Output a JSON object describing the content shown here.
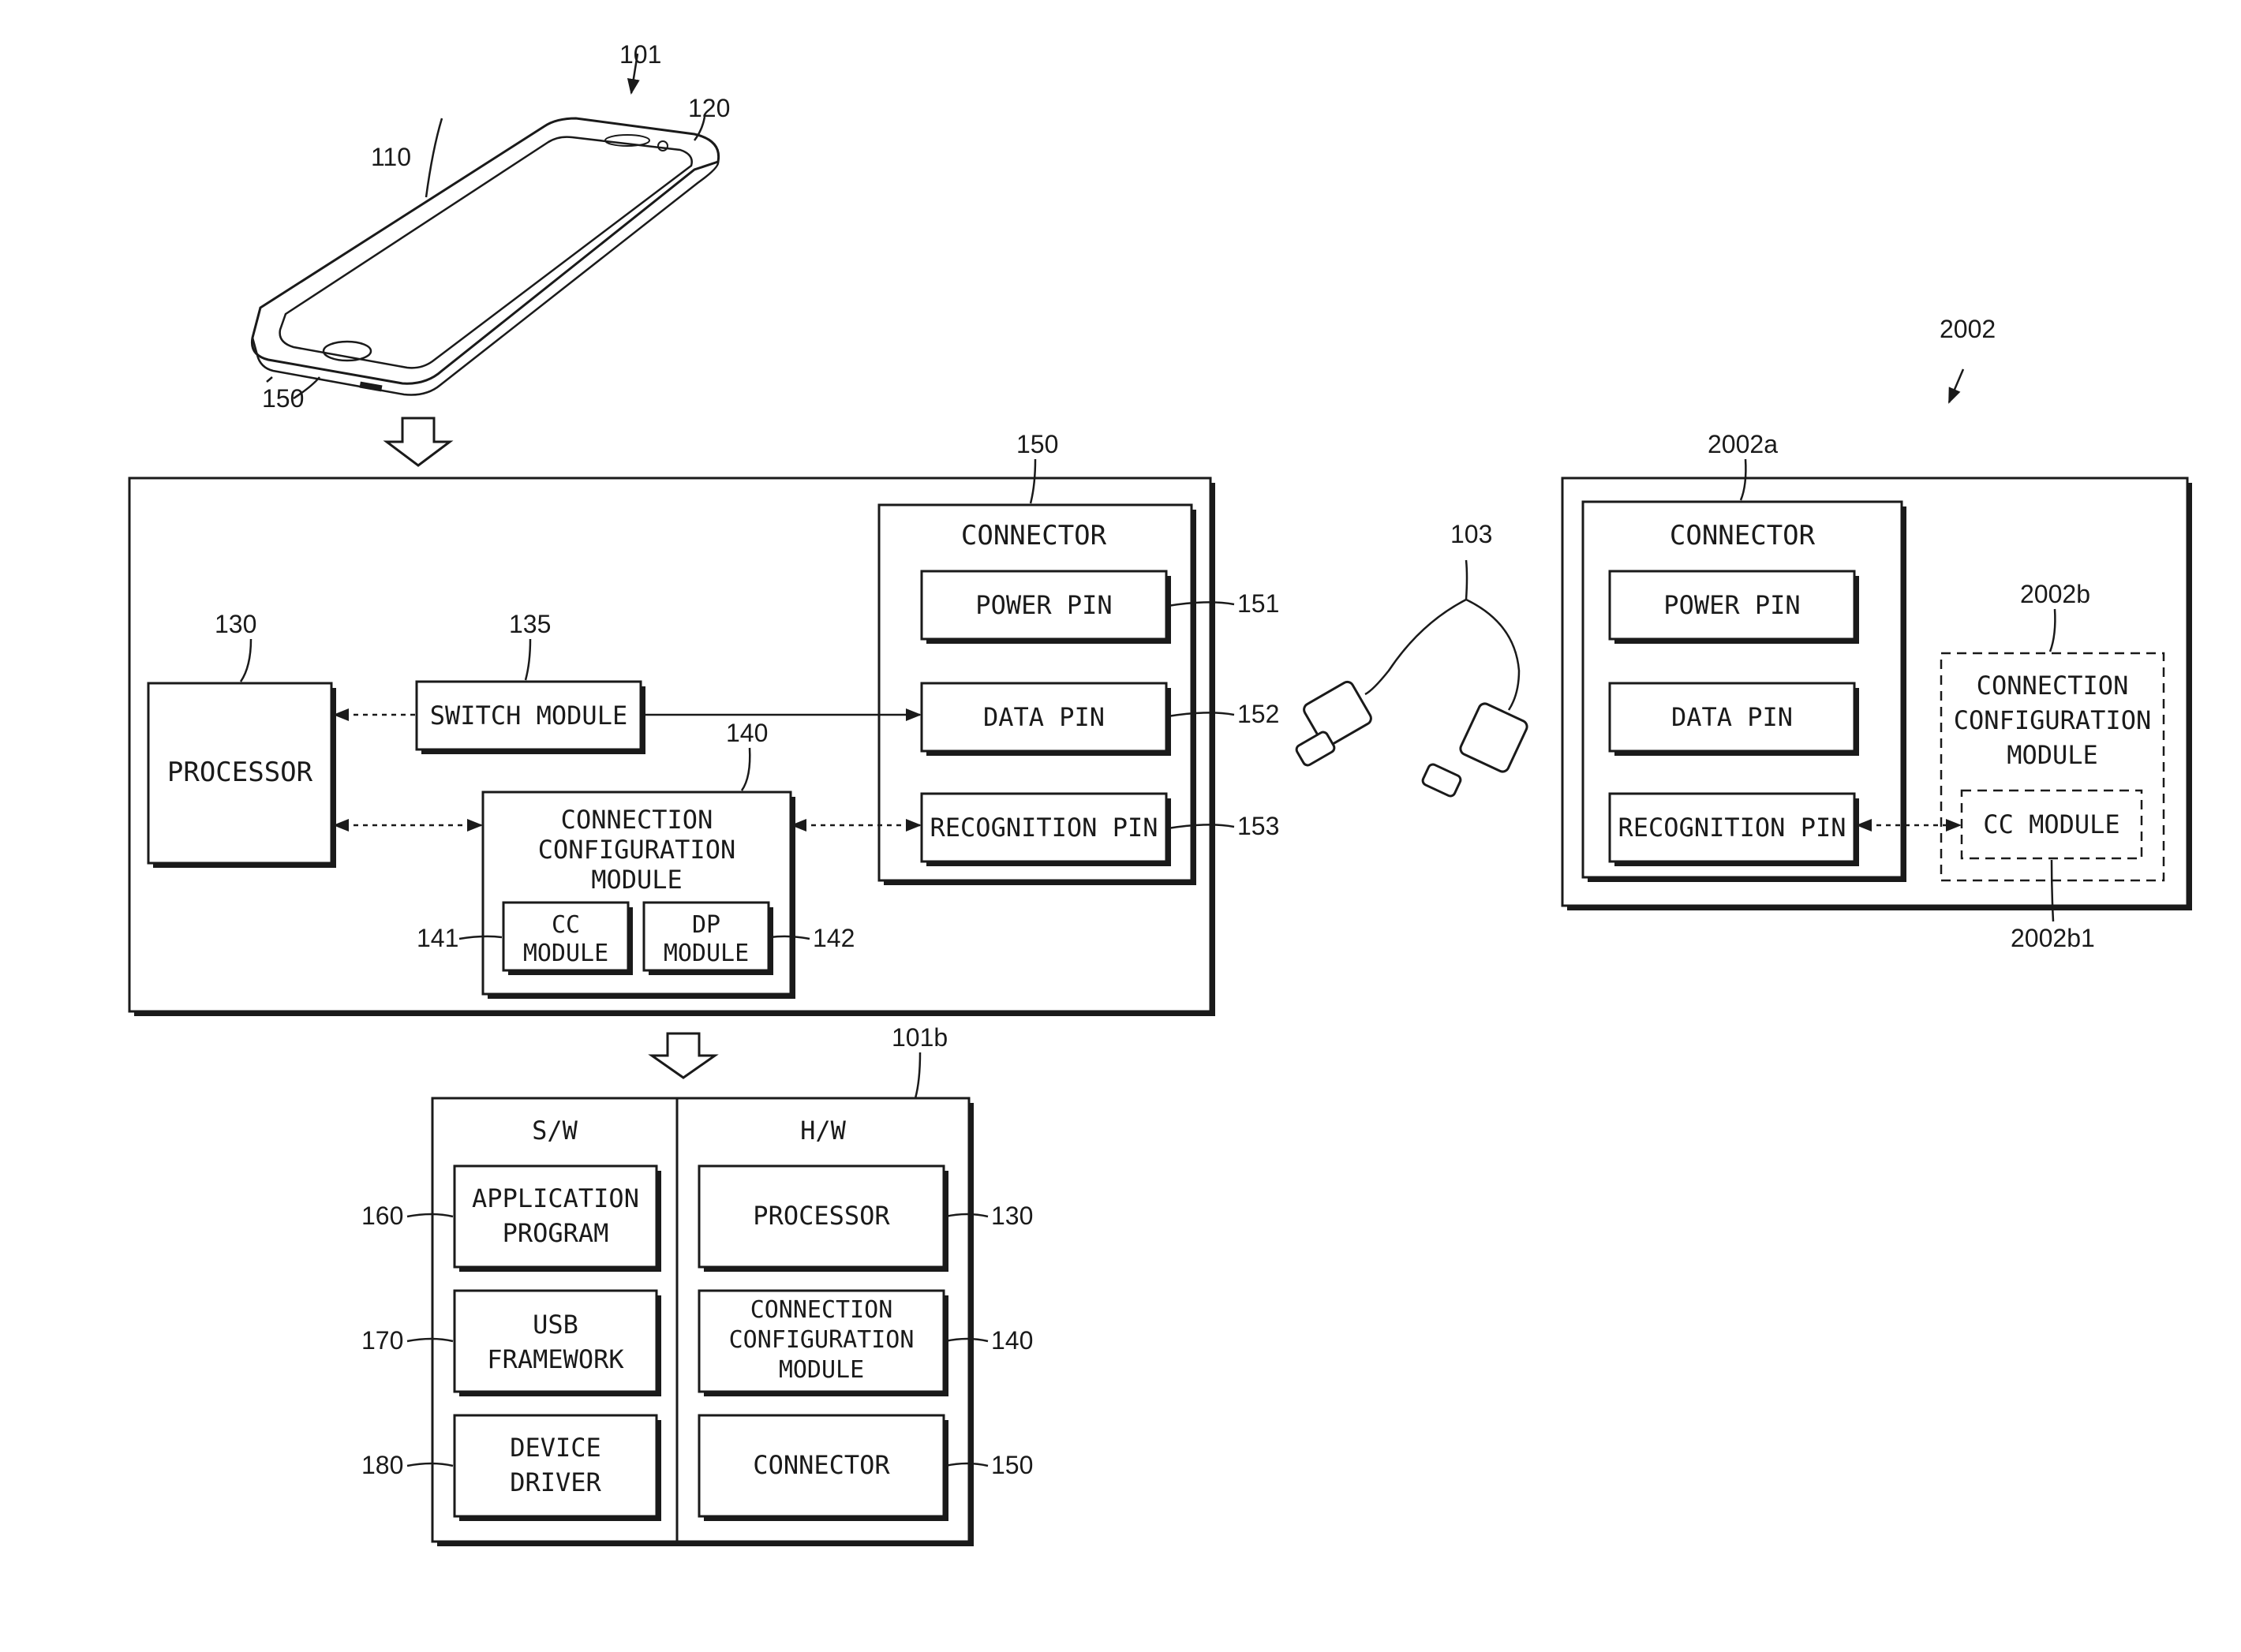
{
  "phone": {
    "ref_device": "101",
    "ref_display": "110",
    "ref_bezel": "120",
    "ref_port": "150"
  },
  "main_block": {
    "processor": {
      "label": "PROCESSOR",
      "ref": "130"
    },
    "switch_module": {
      "label": "SWITCH MODULE",
      "ref": "135"
    },
    "ccm": {
      "lines": [
        "CONNECTION",
        "CONFIGURATION",
        "MODULE"
      ],
      "ref": "140"
    },
    "cc_module": {
      "lines": [
        "CC",
        "MODULE"
      ],
      "ref": "141"
    },
    "dp_module": {
      "lines": [
        "DP",
        "MODULE"
      ],
      "ref": "142"
    },
    "connector": {
      "title": "CONNECTOR",
      "ref": "150"
    },
    "power_pin": {
      "label": "POWER PIN",
      "ref": "151"
    },
    "data_pin": {
      "label": "DATA PIN",
      "ref": "152"
    },
    "recognition_pin": {
      "label": "RECOGNITION PIN",
      "ref": "153"
    }
  },
  "cable": {
    "ref": "103"
  },
  "external": {
    "ref": "2002",
    "connector": {
      "title": "CONNECTOR",
      "ref": "2002a"
    },
    "power_pin": {
      "label": "POWER PIN"
    },
    "data_pin": {
      "label": "DATA PIN"
    },
    "recognition_pin": {
      "label": "RECOGNITION PIN"
    },
    "ccm": {
      "lines": [
        "CONNECTION",
        "CONFIGURATION",
        "MODULE"
      ],
      "ref": "2002b"
    },
    "cc_module": {
      "label": "CC MODULE",
      "ref": "2002b1"
    }
  },
  "stack": {
    "ref": "101b",
    "sw_header": "S/W",
    "hw_header": "H/W",
    "app_program": {
      "lines": [
        "APPLICATION",
        "PROGRAM"
      ],
      "ref": "160"
    },
    "usb_framework": {
      "lines": [
        "USB",
        "FRAMEWORK"
      ],
      "ref": "170"
    },
    "device_driver": {
      "lines": [
        "DEVICE",
        "DRIVER"
      ],
      "ref": "180"
    },
    "processor": {
      "label": "PROCESSOR",
      "ref": "130"
    },
    "ccm": {
      "lines": [
        "CONNECTION",
        "CONFIGURATION",
        "MODULE"
      ],
      "ref": "140"
    },
    "connector": {
      "label": "CONNECTOR",
      "ref": "150"
    }
  }
}
